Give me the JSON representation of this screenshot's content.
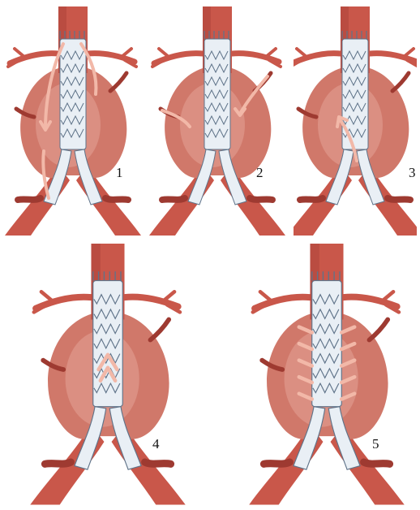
{
  "panels": [
    {
      "number": "1"
    },
    {
      "number": "2"
    },
    {
      "number": "3"
    },
    {
      "number": "4"
    },
    {
      "number": "5"
    }
  ],
  "colors": {
    "vessel": "#c9574a",
    "vessel_dark": "#9e3a31",
    "aneurysm": "#d0786a",
    "aneurysm_light": "#e3a295",
    "graft": "#e9eff5",
    "stent_wire": "#5f7389",
    "leak_arrow": "#f2b8a8"
  }
}
